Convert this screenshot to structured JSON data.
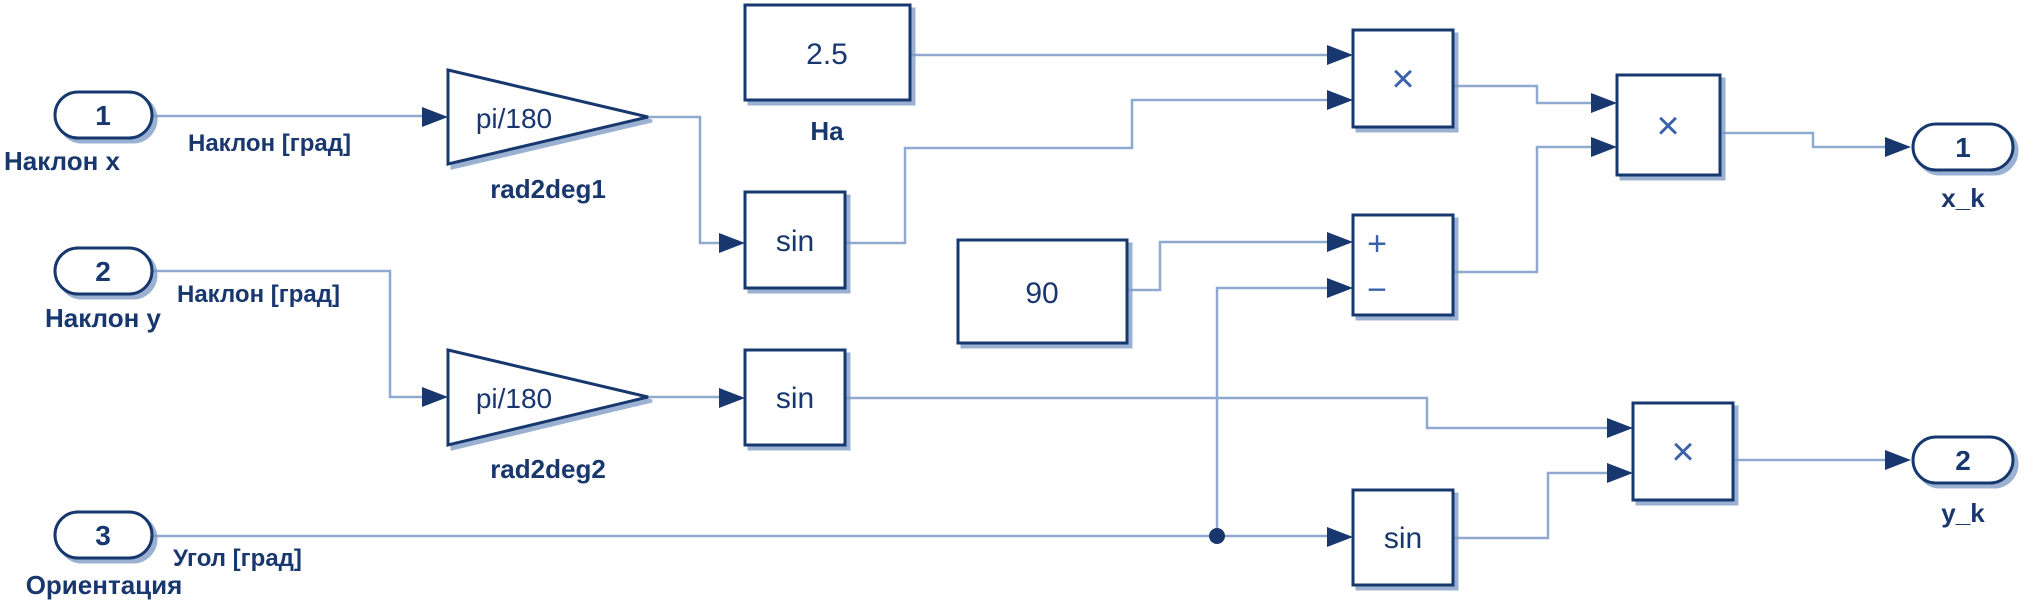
{
  "diagram": {
    "type": "simulink-block-diagram",
    "colors": {
      "block_outline": "#17376e",
      "wire": "#8fa9d1",
      "operator_symbol": "#3a62a8",
      "background": "#ffffff"
    },
    "blocks": {
      "inports": [
        {
          "port": "1",
          "name": "Наклон x"
        },
        {
          "port": "2",
          "name": "Наклон y"
        },
        {
          "port": "3",
          "name": "Ориентация"
        }
      ],
      "outports": [
        {
          "port": "1",
          "name": "x_k"
        },
        {
          "port": "2",
          "name": "y_k"
        }
      ],
      "gains": [
        {
          "value": "pi/180",
          "name": "rad2deg1"
        },
        {
          "value": "pi/180",
          "name": "rad2deg2"
        }
      ],
      "constants": [
        {
          "value": "2.5",
          "name": "Ha"
        },
        {
          "value": "90"
        }
      ],
      "sin_blocks": [
        {
          "value": "sin"
        },
        {
          "value": "sin"
        },
        {
          "value": "sin"
        }
      ],
      "products": [
        {
          "symbol": "×"
        },
        {
          "symbol": "×"
        },
        {
          "symbol": "×"
        }
      ],
      "sum": {
        "plus_sign": "+",
        "minus_sign": "−"
      }
    },
    "signal_labels": [
      {
        "text": "Наклон [град]"
      },
      {
        "text": "Наклон [град]"
      },
      {
        "text": "Угол [град]"
      }
    ]
  }
}
